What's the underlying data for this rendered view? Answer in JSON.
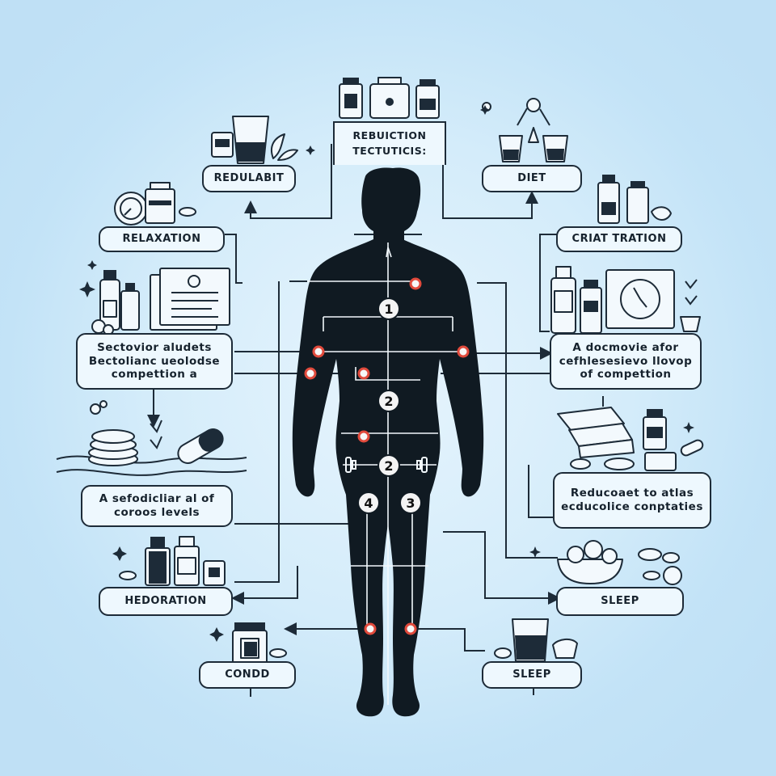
{
  "title": {
    "line1": "REBUICTION",
    "line2": "TECTUTICIS:"
  },
  "labels": {
    "redulabit": "REDULABIT",
    "diet": "DIET",
    "relaxation": "RELAXATION",
    "criat": "CRIAT TRATION",
    "left_mid": [
      "Sectovior aludets",
      "Bectolianc ueolodse",
      "compettion a"
    ],
    "right_mid": [
      "A docmovie afor",
      "cefhlesesievo llovop",
      "of compettion"
    ],
    "left_low": [
      "A sefodicliar al of",
      "coroos levels"
    ],
    "right_low": [
      "Reducoaet to atlas",
      "ecducolice conptaties"
    ],
    "hedoration": "HEDORATION",
    "sleep_right": "SLEEP",
    "condd": "CONDD",
    "sleep_bottom": "SLEEP"
  },
  "body_markers": [
    "1",
    "2",
    "2",
    "4",
    "3"
  ],
  "colors": {
    "background": "#cfe9f9",
    "silhouette": "#101a22",
    "outline": "#1d2b38",
    "box_fill": "#eef8fe",
    "marker_red": "#e14a3c"
  },
  "icons": [
    "supplement-bottles",
    "molecule-cups",
    "jar-plant",
    "clock-bottles",
    "document-bottles",
    "bottles-clock-screen",
    "plates-pill",
    "books-bottle",
    "drink-bottles",
    "salad-bowl",
    "supplement-jar",
    "glass-cup"
  ]
}
